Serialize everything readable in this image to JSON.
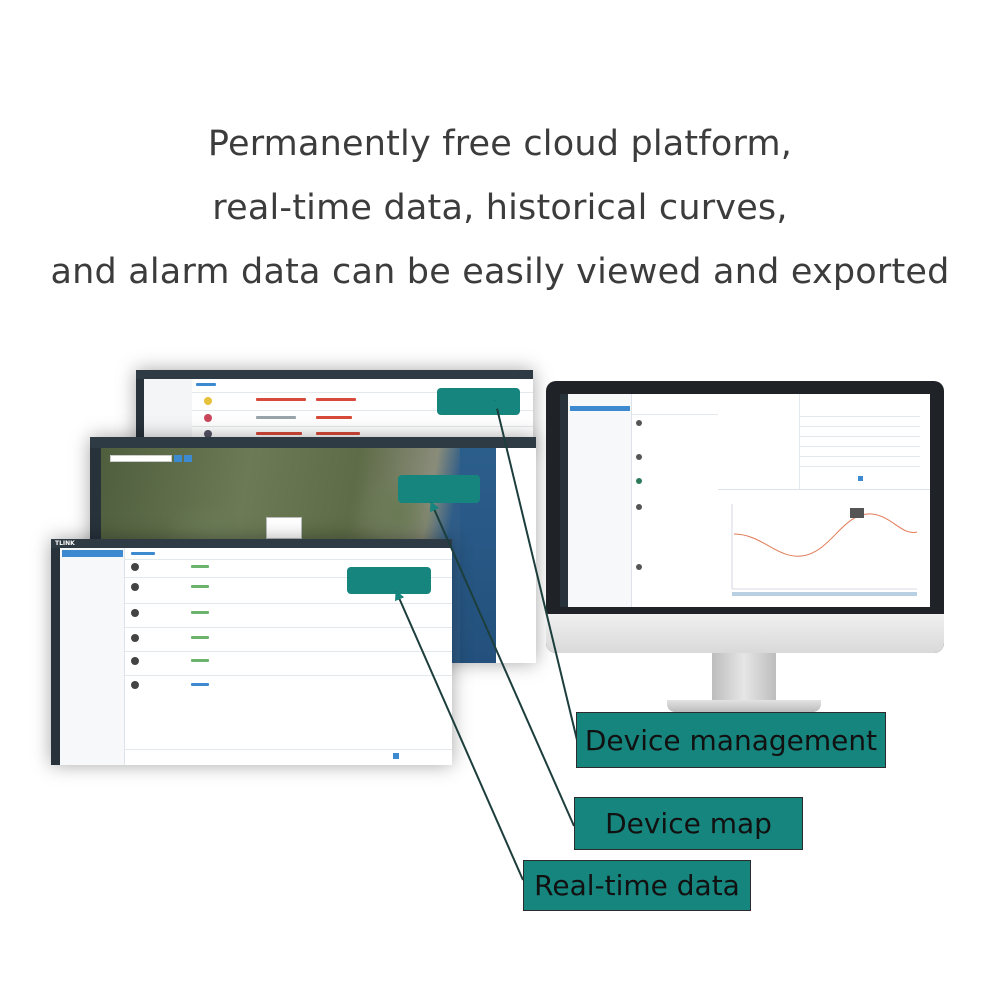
{
  "headline": {
    "line1": "Permanently free cloud platform,",
    "line2": "real-time data, historical curves,",
    "line3": "and alarm data can be easily viewed and exported"
  },
  "screens": {
    "realtime_brand": "TLINK"
  },
  "labels": {
    "device_management": "Device management",
    "device_map": "Device map",
    "real_time_data": "Real-time data"
  },
  "colors": {
    "teal": "#16857e",
    "headline_text": "#3c3c3c",
    "dark_ui": "#2e3a44"
  }
}
